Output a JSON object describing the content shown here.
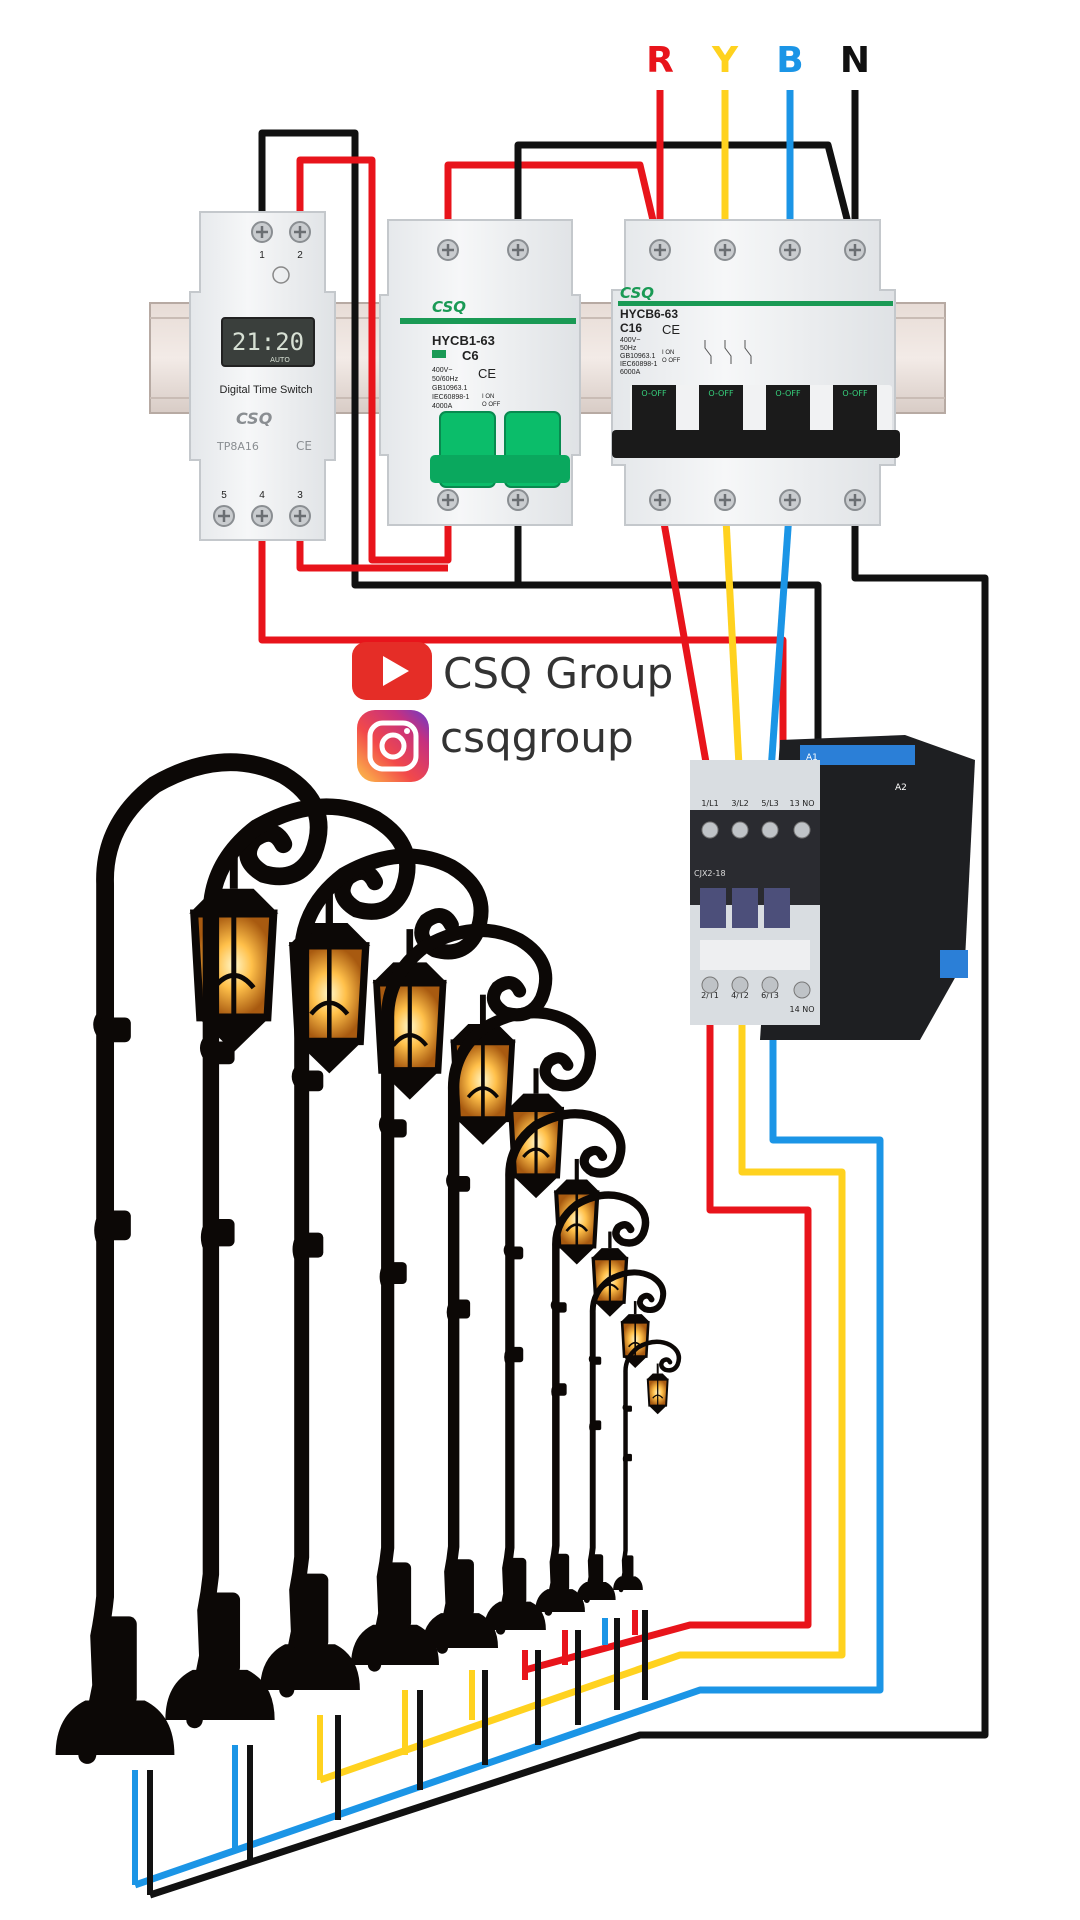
{
  "phases": [
    {
      "label": "R",
      "color": "#e8141b"
    },
    {
      "label": "Y",
      "color": "#ffd21f"
    },
    {
      "label": "B",
      "color": "#1b95e6"
    },
    {
      "label": "N",
      "color": "#111111"
    }
  ],
  "devices": {
    "timer": {
      "lcd_time": "21:20",
      "lcd_sub": "AUTO",
      "caption": "Digital Time Switch",
      "brand": "CSQ",
      "model": "TP8A16",
      "mark": "CE",
      "top_terminals": [
        "1",
        "2"
      ],
      "bottom_terminals": [
        "5",
        "4",
        "3"
      ]
    },
    "mcb_2pole": {
      "brand": "CSQ",
      "model": "HYCB1-63",
      "rating": "C6",
      "spec1": "400V~",
      "spec2": "50/60Hz",
      "spec3": "GB10963.1",
      "spec4": "IEC60898-1",
      "spec5": "4000A",
      "mark": "CE",
      "on_label": "I ON",
      "off_label": "O OFF"
    },
    "mcb_4pole": {
      "brand": "CSQ",
      "model": "HYCB6-63",
      "rating": "C16",
      "spec1": "400V~",
      "spec2": "50Hz",
      "spec3": "GB10963.1",
      "spec4": "IEC60898-1",
      "spec5": "6000A",
      "mark": "CE",
      "on_label": "I ON",
      "off_label": "O OFF",
      "switch_labels": [
        "O-OFF",
        "O-OFF",
        "O-OFF",
        "O-OFF"
      ]
    },
    "contactor": {
      "top_terminals": [
        "1/L1",
        "3/L2",
        "5/L3",
        "13 NO"
      ],
      "bottom_terminals": [
        "2/T1",
        "4/T2",
        "6/T3",
        "14 NO"
      ],
      "model": "CJX2-18",
      "coil_terminals": [
        "A1",
        "A2"
      ]
    }
  },
  "social": {
    "youtube": "CSQ Group",
    "instagram": "csqgroup",
    "youtube_icon": "youtube-icon",
    "instagram_icon": "instagram-icon"
  },
  "lamps": {
    "count": 9,
    "icon": "street-lamp-icon"
  }
}
